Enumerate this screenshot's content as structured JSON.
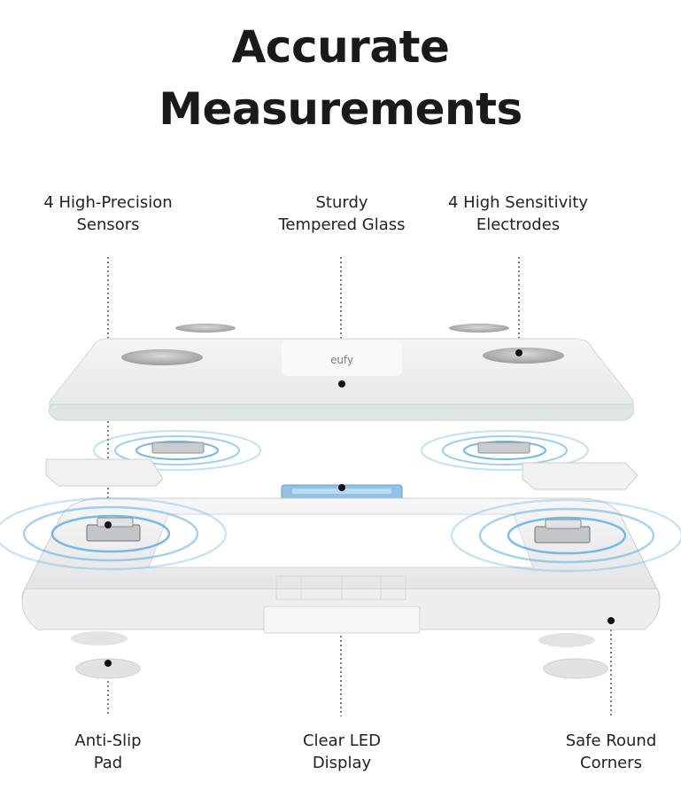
{
  "title": {
    "line1": "Accurate",
    "line2": "Measurements"
  },
  "callouts": {
    "sensors": {
      "line1": "4 High-Precision",
      "line2": "Sensors"
    },
    "glass": {
      "line1": "Sturdy",
      "line2": "Tempered Glass"
    },
    "electrodes": {
      "line1": "4 High Sensitivity",
      "line2": "Electrodes"
    },
    "pad": {
      "line1": "Anti-Slip",
      "line2": "Pad"
    },
    "display": {
      "line1": "Clear LED",
      "line2": "Display"
    },
    "corners": {
      "line1": "Safe Round",
      "line2": "Corners"
    }
  },
  "brand_mark": "eufy",
  "colors": {
    "background": "#ffffff",
    "text": "#1a1a1a",
    "glass": "#eef1f0",
    "electrode": "#b9bcbf",
    "frame": "#f2f2f2",
    "signal_blue": "#4aa8e6"
  }
}
